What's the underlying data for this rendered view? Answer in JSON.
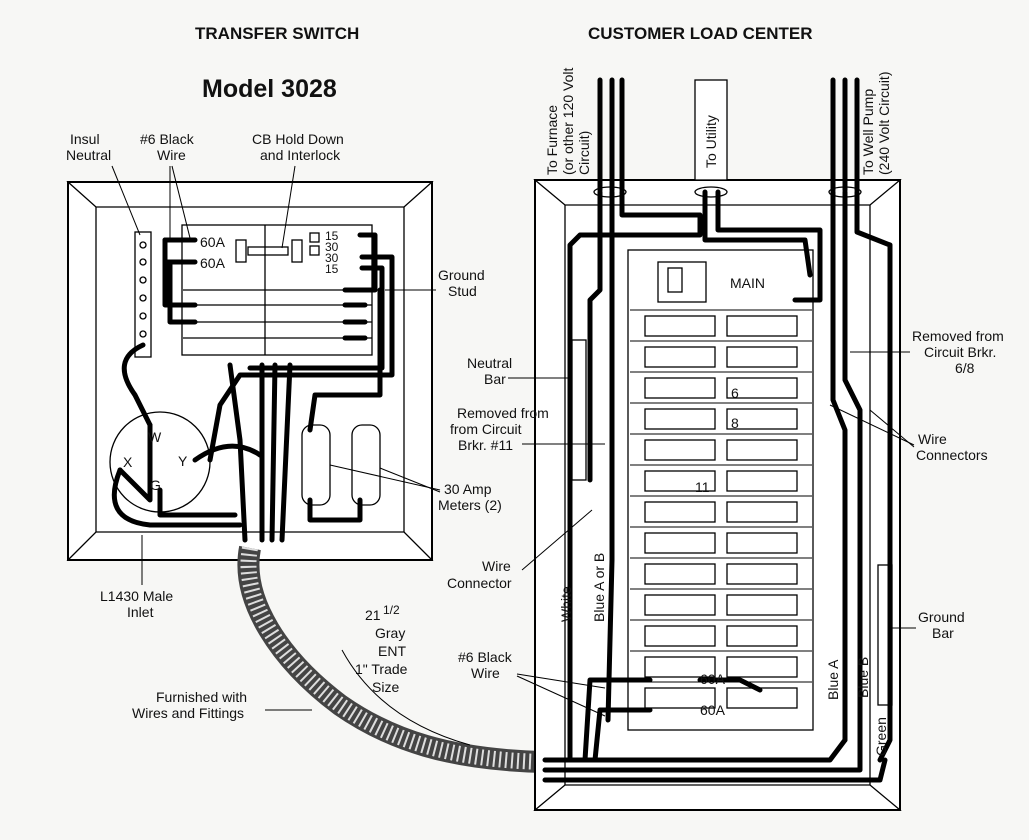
{
  "transfer_switch": {
    "title": "TRANSFER SWITCH",
    "model": "Model 3028",
    "labels": {
      "insul_neutral_1": "Insul",
      "insul_neutral_2": "Neutral",
      "black_wire_1": "#6 Black",
      "black_wire_2": "Wire",
      "cb_hold_1": "CB Hold Down",
      "cb_hold_2": "and Interlock",
      "ground_stud_1": "Ground",
      "ground_stud_2": "Stud",
      "meters_1": "30 Amp",
      "meters_2": "Meters (2)",
      "inlet_1": "L1430 Male",
      "inlet_2": "Inlet",
      "breaker_60a_1": "60A",
      "breaker_60a_2": "60A",
      "amp_15_a": "15",
      "amp_30_a": "30",
      "amp_30_b": "30",
      "amp_15_b": "15",
      "inlet_w": "W",
      "inlet_x": "X",
      "inlet_y": "Y",
      "inlet_g": "G"
    }
  },
  "conduit": {
    "gray_1": "21",
    "gray_frac": "1/2",
    "gray_2": "Gray",
    "gray_3": "ENT",
    "gray_4": "1\" Trade",
    "gray_5": "Size",
    "furnished_1": "Furnished with",
    "furnished_2": "Wires and Fittings"
  },
  "load_center": {
    "title": "CUSTOMER LOAD CENTER",
    "labels": {
      "furnace_1": "To Furnace",
      "furnace_2": "(or other 120 Volt",
      "furnace_3": "Circuit)",
      "utility": "To Utility",
      "well_1": "To Well Pump",
      "well_2": "(240 Volt Circuit)",
      "main": "MAIN",
      "neutral_bar_1": "Neutral",
      "neutral_bar_2": "Bar",
      "removed_11_1": "Removed from",
      "removed_11_2": "from Circuit",
      "removed_11_3": "Brkr. #11",
      "removed_68_1": "Removed from",
      "removed_68_2": "Circuit Brkr.",
      "removed_68_3": "6/8",
      "wire_connectors_1": "Wire",
      "wire_connectors_2": "Connectors",
      "wire_connector_1": "Wire",
      "wire_connector_2": "Connector",
      "ground_bar_1": "Ground",
      "ground_bar_2": "Bar",
      "black_wire_1": "#6 Black",
      "black_wire_2": "Wire",
      "white": "White",
      "blue_ab": "Blue A or B",
      "blue_a": "Blue A",
      "blue_b": "Blue B",
      "green": "Green",
      "brkr_6": "6",
      "brkr_8": "8",
      "brkr_11": "11",
      "brkr_60a_1": "60A",
      "brkr_60a_2": "60A"
    }
  }
}
